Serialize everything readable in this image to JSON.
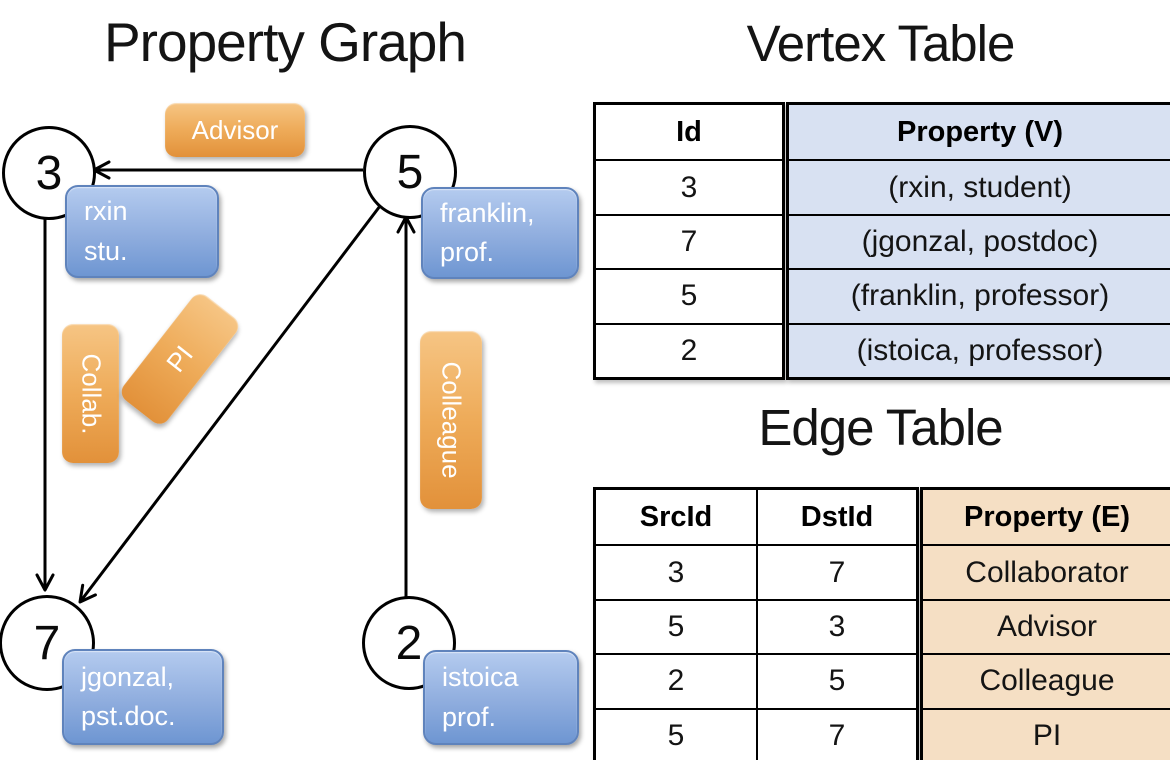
{
  "titles": {
    "graph": "Property Graph",
    "vertex_table": "Vertex Table",
    "edge_table": "Edge Table"
  },
  "graph": {
    "vertices": [
      {
        "id": "3",
        "label_lines": [
          "rxin",
          "stu."
        ]
      },
      {
        "id": "5",
        "label_lines": [
          "franklin,",
          "prof."
        ]
      },
      {
        "id": "7",
        "label_lines": [
          "jgonzal,",
          "pst.doc."
        ]
      },
      {
        "id": "2",
        "label_lines": [
          "istoica",
          "prof."
        ]
      }
    ],
    "edge_labels": {
      "advisor": "Advisor",
      "collab": "Collab.",
      "pi": "PI",
      "colleague": "Colleague"
    },
    "edges": [
      {
        "src": "5",
        "dst": "3",
        "label": "Advisor"
      },
      {
        "src": "3",
        "dst": "7",
        "label": "Collab."
      },
      {
        "src": "5",
        "dst": "7",
        "label": "PI"
      },
      {
        "src": "2",
        "dst": "5",
        "label": "Colleague"
      }
    ]
  },
  "vertex_table": {
    "columns": [
      "Id",
      "Property (V)"
    ],
    "rows": [
      [
        "3",
        "(rxin, student)"
      ],
      [
        "7",
        "(jgonzal, postdoc)"
      ],
      [
        "5",
        "(franklin, professor)"
      ],
      [
        "2",
        "(istoica, professor)"
      ]
    ]
  },
  "edge_table": {
    "columns": [
      "SrcId",
      "DstId",
      "Property (E)"
    ],
    "rows": [
      [
        "3",
        "7",
        "Collaborator"
      ],
      [
        "5",
        "3",
        "Advisor"
      ],
      [
        "2",
        "5",
        "Colleague"
      ],
      [
        "5",
        "7",
        "PI"
      ]
    ]
  },
  "colors": {
    "edge_label_box_top": "#F6C584",
    "edge_label_box_bottom": "#E2913A",
    "vertex_box_top": "#B4CBEF",
    "vertex_box_bottom": "#6E96D2",
    "vertex_box_border": "#5F83BC",
    "vertex_table_fill": "#D8E1F2",
    "edge_table_fill": "#F5DFC4",
    "line": "#000000",
    "box_text": "#FFFFFF"
  }
}
